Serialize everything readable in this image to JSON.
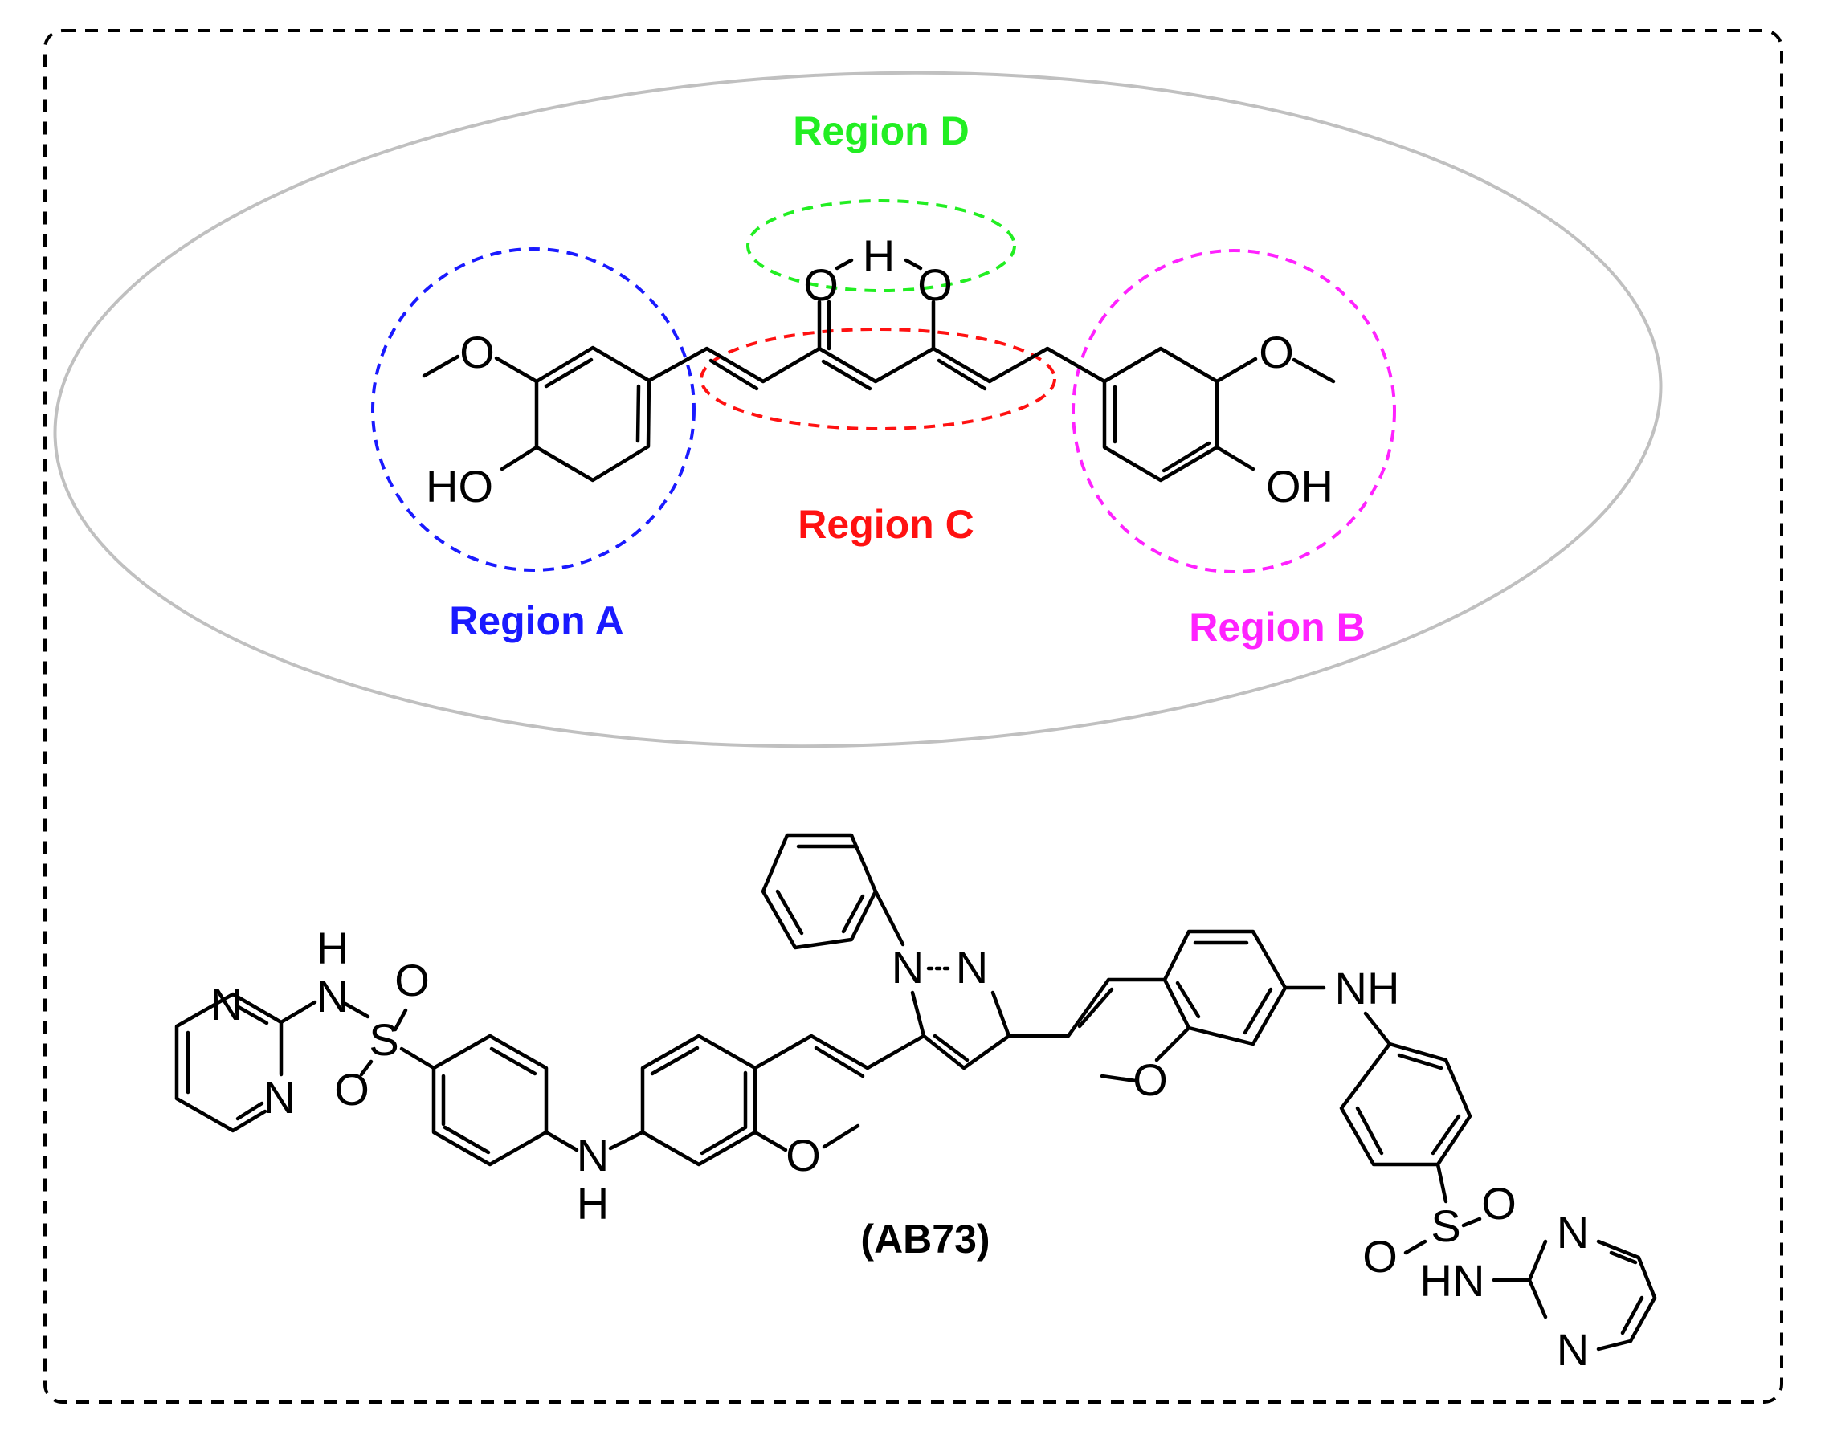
{
  "colors": {
    "region_a": "#1a1aff",
    "region_b": "#ff22ff",
    "region_c": "#ff1111",
    "region_d": "#22ee22",
    "outline": "#c0c0c0",
    "frame": "#000000"
  },
  "regions": {
    "a": "Region A",
    "b": "Region B",
    "c": "Region C",
    "d": "Region D"
  },
  "atoms": {
    "o": "O",
    "h": "H",
    "ho": "HO",
    "oh": "OH",
    "n": "N",
    "nh": "NH",
    "hn": "HN",
    "s": "S"
  },
  "compound_label": "(AB73)"
}
